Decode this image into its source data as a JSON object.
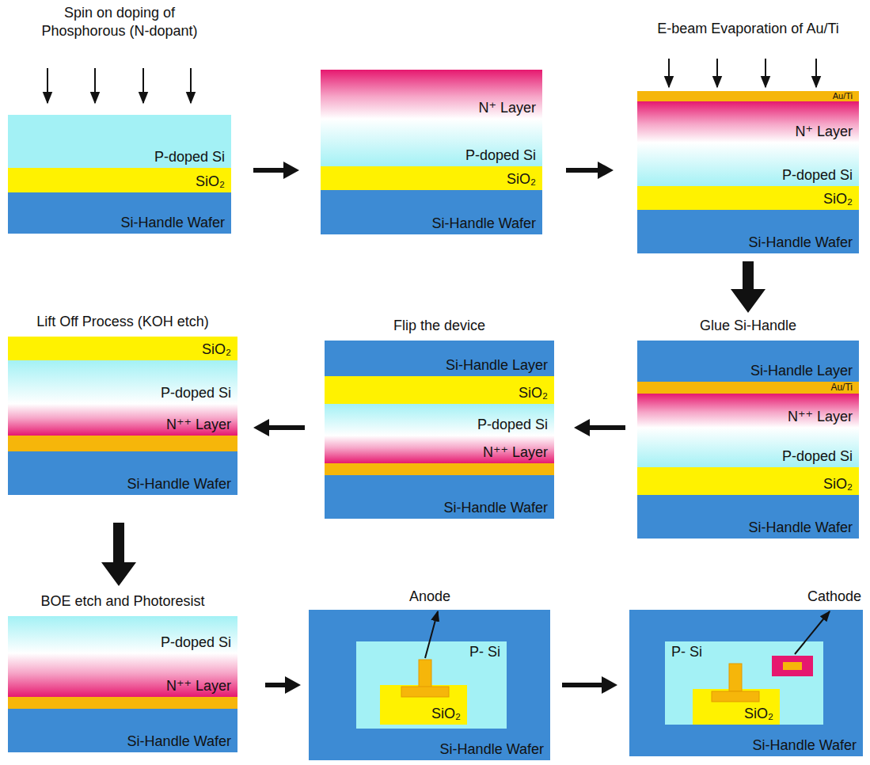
{
  "diagram": {
    "nodes": [
      {
        "text": [
          "Spin on doping of Phosphorous (N-dopant)"
        ]
      },
      {
        "text": [
          "P-doped Si"
        ],
        "in": 0
      },
      {
        "text": [
          "SiO₂"
        ],
        "in": 0
      },
      {
        "text": [
          "Si-Handle Wafer"
        ],
        "in": 0
      },
      {
        "text": []
      },
      {
        "text": [
          "N⁺ Layer"
        ],
        "in": 4
      },
      {
        "text": [
          "P-doped Si"
        ],
        "in": 4
      },
      {
        "text": [
          "SiO₂"
        ],
        "in": 4
      },
      {
        "text": [
          "Si-Handle Wafer"
        ],
        "in": 4
      },
      {
        "text": [
          "E-beam Evaporation of Au/Ti"
        ]
      },
      {
        "text": [
          "Au/Ti"
        ],
        "in": 9
      },
      {
        "text": [
          "N⁺ Layer"
        ],
        "in": 9
      },
      {
        "text": [
          "P-doped Si"
        ],
        "in": 9
      },
      {
        "text": [
          "SiO₂"
        ],
        "in": 9
      },
      {
        "text": [
          "Si-Handle Wafer"
        ],
        "in": 9
      },
      {
        "text": [
          "Glue Si-Handle"
        ]
      },
      {
        "text": [
          "Si-Handle Layer"
        ],
        "in": 15
      },
      {
        "text": [
          "Au/Ti"
        ],
        "in": 15
      },
      {
        "text": [
          "N⁺⁺ Layer"
        ],
        "in": 15
      },
      {
        "text": [
          "P-doped Si"
        ],
        "in": 15
      },
      {
        "text": [
          "SiO₂"
        ],
        "in": 15
      },
      {
        "text": [
          "Si-Handle Wafer"
        ],
        "in": 15
      },
      {
        "text": [
          "Flip the device"
        ]
      },
      {
        "text": [
          "Si-Handle Layer"
        ],
        "in": 22
      },
      {
        "text": [
          "SiO₂"
        ],
        "in": 22
      },
      {
        "text": [
          "P-doped Si"
        ],
        "in": 22
      },
      {
        "text": [
          "N⁺⁺ Layer"
        ],
        "in": 22
      },
      {
        "text": [
          "Si-Handle Wafer"
        ],
        "in": 22
      },
      {
        "text": [
          "Lift Off Process (KOH etch)"
        ]
      },
      {
        "text": [
          "SiO₂"
        ],
        "in": 28
      },
      {
        "text": [
          "P-doped Si"
        ],
        "in": 28
      },
      {
        "text": [
          "N⁺⁺ Layer"
        ],
        "in": 28
      },
      {
        "text": [
          "Si-Handle Wafer"
        ],
        "in": 28
      },
      {
        "text": [
          "BOE etch and Photoresist"
        ]
      },
      {
        "text": [
          "P-doped Si"
        ],
        "in": 33
      },
      {
        "text": [
          "N⁺⁺ Layer"
        ],
        "in": 33
      },
      {
        "text": [
          "Si-Handle Wafer"
        ],
        "in": 33
      },
      {
        "text": [
          "Si-Handle Wafer"
        ]
      },
      {
        "text": [
          "P- Si"
        ],
        "in": 37
      },
      {
        "text": [
          "SiO₂"
        ],
        "in": 38
      },
      {
        "text": [
          "Si-Handle Wafer"
        ]
      },
      {
        "text": [
          "P- Si"
        ],
        "in": 40
      },
      {
        "text": [
          "SiO₂"
        ],
        "in": 41
      }
    ],
    "edges": [
      {
        "from": 0,
        "to": 4,
        "arrow": "to"
      },
      {
        "from": 4,
        "to": 9,
        "arrow": "to"
      },
      {
        "from": 9,
        "to": 15,
        "arrow": "to"
      },
      {
        "from": 15,
        "to": 22,
        "arrow": "to"
      },
      {
        "from": 22,
        "to": 28,
        "arrow": "to"
      },
      {
        "from": 28,
        "to": 33,
        "arrow": "to"
      },
      {
        "from": 33,
        "to": 37,
        "arrow": "to"
      },
      {
        "from": 37,
        "to": 40,
        "arrow": "to"
      }
    ],
    "labels": [
      "Anode",
      "Cathode"
    ]
  }
}
